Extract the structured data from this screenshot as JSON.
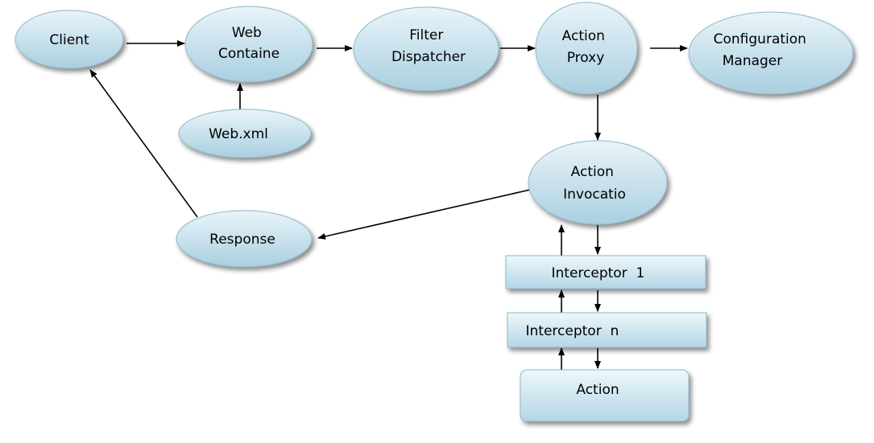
{
  "colors": {
    "fill_light": "#e9f4f9",
    "fill_dark": "#a9cfe0",
    "shadow": "#b8b8b8",
    "stroke": "#8fb9cc",
    "arrow": "#000000"
  },
  "nodes": {
    "client": {
      "lines": [
        "Client"
      ]
    },
    "web_container": {
      "lines": [
        "Web",
        "Containe"
      ]
    },
    "filter_dispatcher": {
      "lines": [
        "Filter",
        "Dispatcher"
      ]
    },
    "action_proxy": {
      "lines": [
        "Action",
        "Proxy"
      ]
    },
    "configuration_manager": {
      "lines": [
        "Configuration",
        "Manager"
      ]
    },
    "web_xml": {
      "lines": [
        "Web.xml"
      ]
    },
    "action_invocation": {
      "lines": [
        "Action",
        "Invocatio"
      ]
    },
    "response": {
      "lines": [
        "Response"
      ]
    },
    "interceptor_1": {
      "lines": [
        "Interceptor  1"
      ]
    },
    "interceptor_n": {
      "lines": [
        "Interceptor  n"
      ]
    },
    "action": {
      "lines": [
        "Action"
      ]
    }
  }
}
